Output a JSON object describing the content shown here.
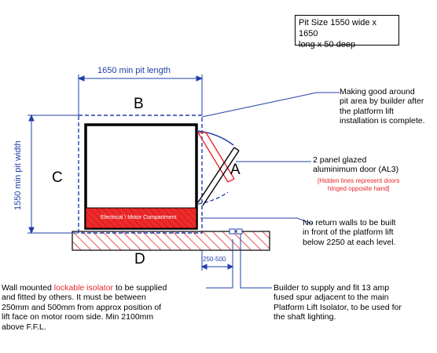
{
  "pit_size": {
    "line1": "Pit Size 1550 wide x 1650",
    "line2": "long x 50 deep"
  },
  "dimensions": {
    "length": "1650 min pit length",
    "width": "1550 min pit width",
    "small": "250-500"
  },
  "side_labels": {
    "b": "B",
    "c": "C",
    "a": "A",
    "d": "D"
  },
  "compartment": "Electrical \\ Motor Compartment",
  "notes": {
    "making_good": [
      "Making good around",
      "pit area by builder after",
      "the platform lift",
      "installation is complete."
    ],
    "door": [
      "2 panel glazed",
      "aluminimum door (AL3)"
    ],
    "door_hidden": [
      "[Hidden lines represent doors",
      "hinged opposite hand]"
    ],
    "no_return": [
      "No return walls to be built",
      "in front of the platform lift",
      "below 2250 at each level."
    ],
    "isolator_pre": "Wall mounted ",
    "isolator_red": "lockable isolator",
    "isolator_post": " to be supplied",
    "isolator_rest": [
      "and fitted by others. It must be between",
      "250mm and 500mm from approx position of",
      "lift face on motor room side. Min 2100mm",
      "above F.F.L."
    ],
    "builder": [
      "Builder to supply and fit 13 amp",
      "fused spur adjacent to the main",
      "Platform Lift Isolator, to be used for",
      "the shaft lighting."
    ]
  },
  "colors": {
    "accent": "#1f3fa8",
    "red": "#e8262b",
    "line": "#000000"
  }
}
